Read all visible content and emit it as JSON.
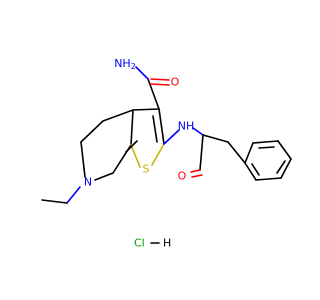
{
  "molecule": {
    "atoms": {
      "amide_n": "NH",
      "amide_n_sub": "2",
      "carbonyl_o_top": "O",
      "nh_link": "NH",
      "carbonyl_o_bottom": "O",
      "sulfur": "S",
      "ring_n": "N"
    },
    "salt": {
      "cl": "Cl",
      "h": "H"
    }
  },
  "colors": {
    "carbon": "#000000",
    "nitrogen": "#0000ff",
    "oxygen": "#ff0000",
    "sulfur": "#c8b400",
    "chlorine": "#00a000"
  }
}
